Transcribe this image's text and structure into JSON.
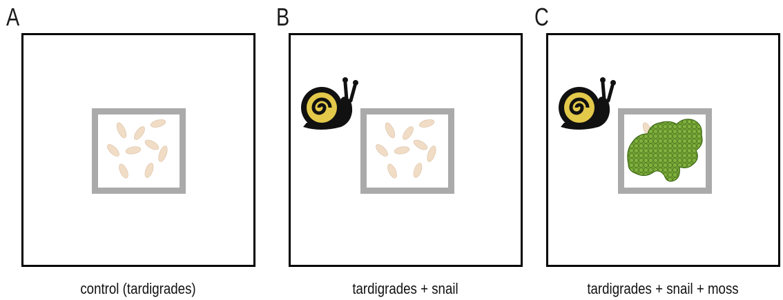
{
  "panels": [
    {
      "letter": "A",
      "caption": "control (tardigrades)"
    },
    {
      "letter": "B",
      "caption": "tardigrades + snail"
    },
    {
      "letter": "C",
      "caption": "tardigrades + snail + moss"
    }
  ],
  "colors": {
    "frame": "#000000",
    "enclosure": "#aaaaaa",
    "tardigrade": "#f1dcc6",
    "snail_body": "#111111",
    "snail_shell": "#e3c94a",
    "moss": "#6e9a32"
  }
}
